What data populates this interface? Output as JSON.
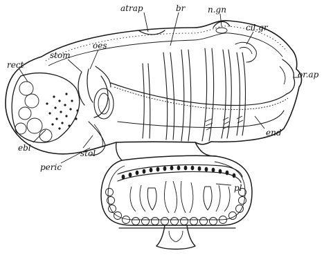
{
  "labels": {
    "atrap": "atrap",
    "br": "br",
    "ngn": "n.gn",
    "cilgr": "cil.gr",
    "orap": "or.ap",
    "oes": "oes",
    "stom": "stom",
    "rect": "rect",
    "end": "end",
    "ebl": "ebl",
    "stol": "stol",
    "peric": "peric",
    "pl": "pl"
  },
  "colors": {
    "ink": "#1a1a1a",
    "paper": "#ffffff"
  }
}
